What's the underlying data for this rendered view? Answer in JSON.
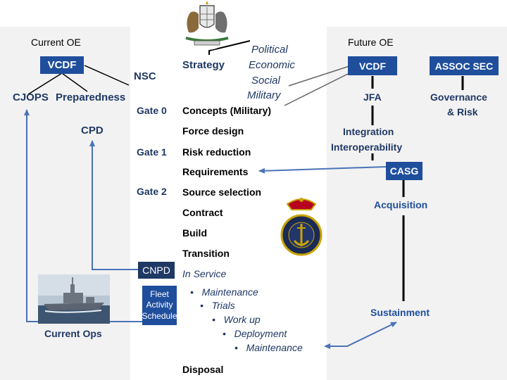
{
  "colors": {
    "navy": "#1f3864",
    "box_blue": "#1f4e9c",
    "arrow_blue": "#4a72b8",
    "panel": "#f2f2f2"
  },
  "current_oe": {
    "title": "Current OE",
    "vcdf": "VCDF",
    "nsc": "NSC",
    "cjops": "CJOPS",
    "preparedness": "Preparedness",
    "cpd": "CPD",
    "current_ops": "Current Ops"
  },
  "centre": {
    "strategy": "Strategy",
    "political": "Political",
    "economic": "Economic",
    "social": "Social",
    "military": "Military",
    "gate0": "Gate 0",
    "concepts": "Concepts (Military)",
    "force_design": "Force design",
    "gate1": "Gate 1",
    "risk_reduction": "Risk reduction",
    "requirements": "Requirements",
    "gate2": "Gate 2",
    "source_selection": "Source selection",
    "contract": "Contract",
    "build": "Build",
    "transition": "Transition",
    "cnpd": "CNPD",
    "in_service": "In Service",
    "fleet_1": "Fleet",
    "fleet_2": "Activity",
    "fleet_3": "Schedule",
    "bullets": [
      "Maintenance",
      "Trials",
      "Work up",
      "Deployment",
      "Maintenance"
    ],
    "disposal": "Disposal"
  },
  "future_oe": {
    "title": "Future OE",
    "vcdf": "VCDF",
    "assoc_sec": "ASSOC SEC",
    "jfa": "JFA",
    "governance_1": "Governance",
    "governance_2": "& Risk",
    "integration": "Integration",
    "interoperability": "Interoperability",
    "casg": "CASG",
    "acquisition": "Acquisition",
    "sustainment": "Sustainment"
  },
  "images": {
    "coat_of_arms": "coat-of-arms",
    "navy_badge": "navy-badge",
    "ship_photo": "ship-photo"
  }
}
